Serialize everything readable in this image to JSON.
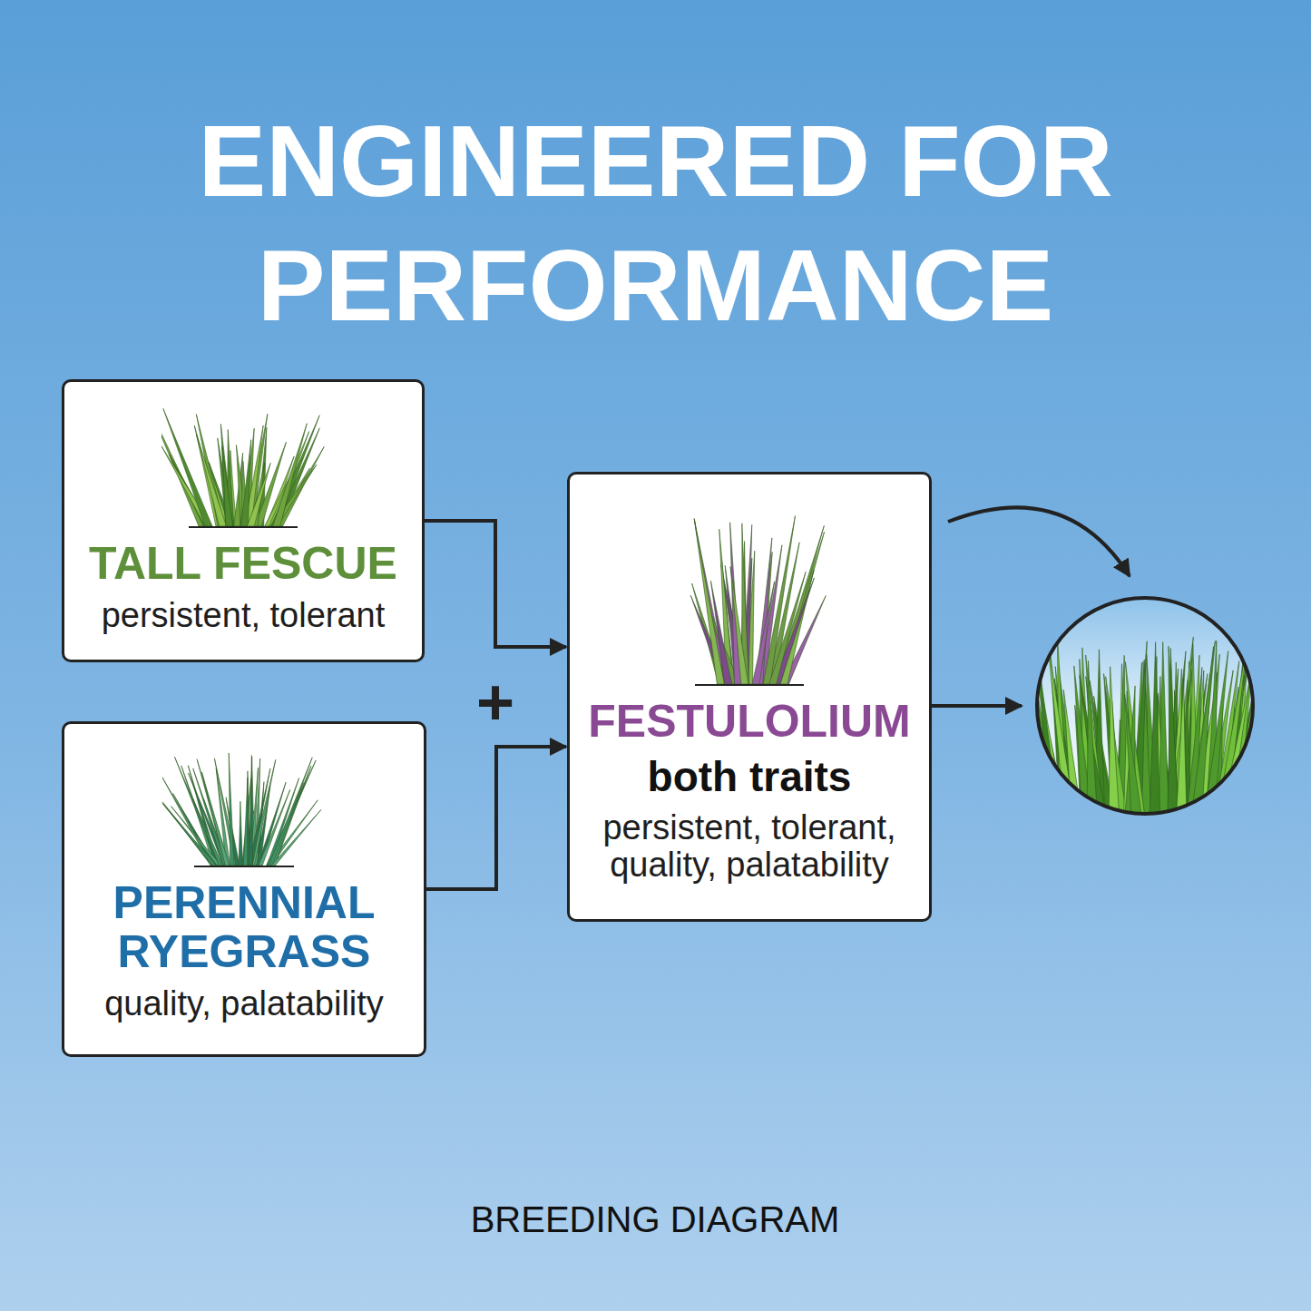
{
  "diagram": {
    "title": "ENGINEERED FOR PERFORMANCE",
    "caption": "BREEDING DIAGRAM",
    "nodes": [
      {
        "text": [
          "TALL FESCUE",
          "persistent, tolerant"
        ]
      },
      {
        "text": [
          "PERENNIAL RYEGRASS",
          "quality, palatability"
        ]
      },
      {
        "text": [
          "FESTULOLIUM",
          "both traits",
          "persistent, tolerant, quality, palatability"
        ]
      }
    ],
    "edges": [
      {
        "from": 0,
        "to": 2,
        "arrow": "to"
      },
      {
        "from": 1,
        "to": 2,
        "arrow": "to"
      }
    ],
    "labels": [
      "+"
    ]
  }
}
